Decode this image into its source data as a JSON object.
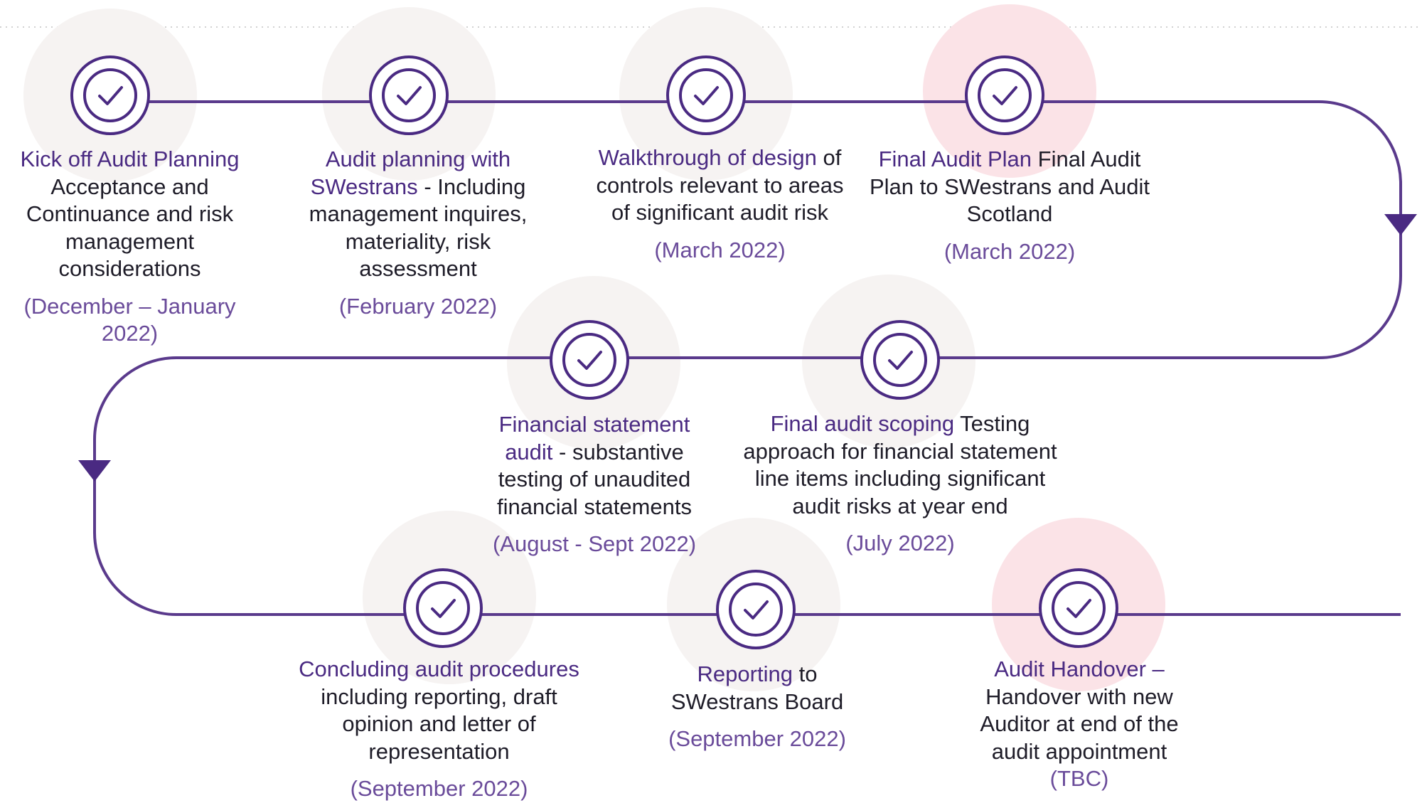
{
  "colors": {
    "purple": "#4a2a82",
    "connector": "#5a3a8c",
    "halo_neutral": "#f6f3f2",
    "halo_highlight": "#fbe3e7",
    "body_text": "#1e1c28",
    "date_text": "#6a4b9a"
  },
  "steps": [
    {
      "id": "kickoff",
      "title": "Kick off Audit Planning",
      "description": "Acceptance and Continuance and risk management considerations",
      "date": "(December – January 2022)",
      "status_icon": "check-circle-icon",
      "highlight": false
    },
    {
      "id": "planning",
      "title": "Audit planning with SWestrans",
      "description": " - Including management inquires, materiality, risk assessment",
      "date": "(February 2022)",
      "status_icon": "check-circle-icon",
      "highlight": false
    },
    {
      "id": "walkthrough",
      "title": "Walkthrough of design",
      "description": "of controls relevant to areas of significant audit risk",
      "date": "(March 2022)",
      "status_icon": "check-circle-icon",
      "highlight": false
    },
    {
      "id": "final-plan",
      "title": "Final Audit Plan",
      "description": " Final Audit Plan to SWestrans and Audit Scotland",
      "date": "(March 2022)",
      "status_icon": "check-circle-icon",
      "highlight": true
    },
    {
      "id": "final-scoping",
      "title": "Final audit scoping",
      "description": " Testing approach for financial statement line items including  significant audit risks at year end",
      "date": "(July 2022)",
      "status_icon": "check-circle-icon",
      "highlight": false
    },
    {
      "id": "fs-audit",
      "title": "Financial statement audit",
      "description": " - substantive testing of unaudited financial statements",
      "date": "(August - Sept 2022)",
      "status_icon": "check-circle-icon",
      "highlight": false
    },
    {
      "id": "concluding",
      "title": "Concluding audit procedures",
      "description": " including reporting, draft opinion and letter of representation",
      "date": "(September 2022)",
      "status_icon": "check-circle-icon",
      "highlight": false
    },
    {
      "id": "reporting",
      "title": "Reporting",
      "description": " to SWestrans Board",
      "date": "(September 2022)",
      "status_icon": "check-circle-icon",
      "highlight": false
    },
    {
      "id": "handover",
      "title": "Audit Handover –",
      "description": " Handover with new Auditor at end of the audit appointment",
      "date": "(TBC)",
      "status_icon": "check-circle-icon",
      "highlight": true
    }
  ]
}
